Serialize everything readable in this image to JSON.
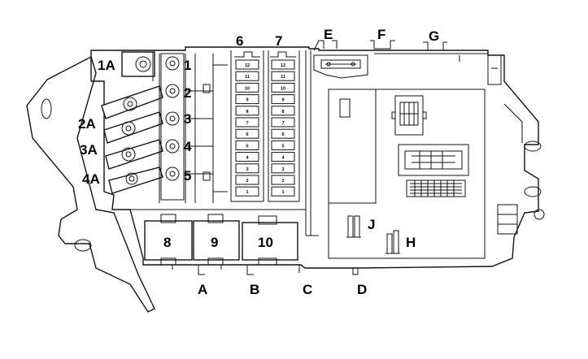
{
  "labels": {
    "top_fuse_blocks": [
      "6",
      "7"
    ],
    "top_connectors": [
      "E",
      "F",
      "G"
    ],
    "left_fuses": [
      "1A",
      "2A",
      "3A",
      "4A"
    ],
    "right_fuses": [
      "1",
      "2",
      "3",
      "4",
      "5"
    ],
    "relays": [
      "8",
      "9",
      "10"
    ],
    "bottom_connectors": [
      "A",
      "B",
      "C",
      "D"
    ],
    "side_items": [
      "J",
      "H"
    ]
  },
  "fuse_column_6": [
    "12",
    "11",
    "10",
    "9",
    "8",
    "7",
    "6",
    "5",
    "4",
    "3",
    "2",
    "1"
  ],
  "fuse_column_7": [
    "12",
    "11",
    "10",
    "9",
    "8",
    "7",
    "6",
    "5",
    "4",
    "3",
    "2",
    "1"
  ]
}
